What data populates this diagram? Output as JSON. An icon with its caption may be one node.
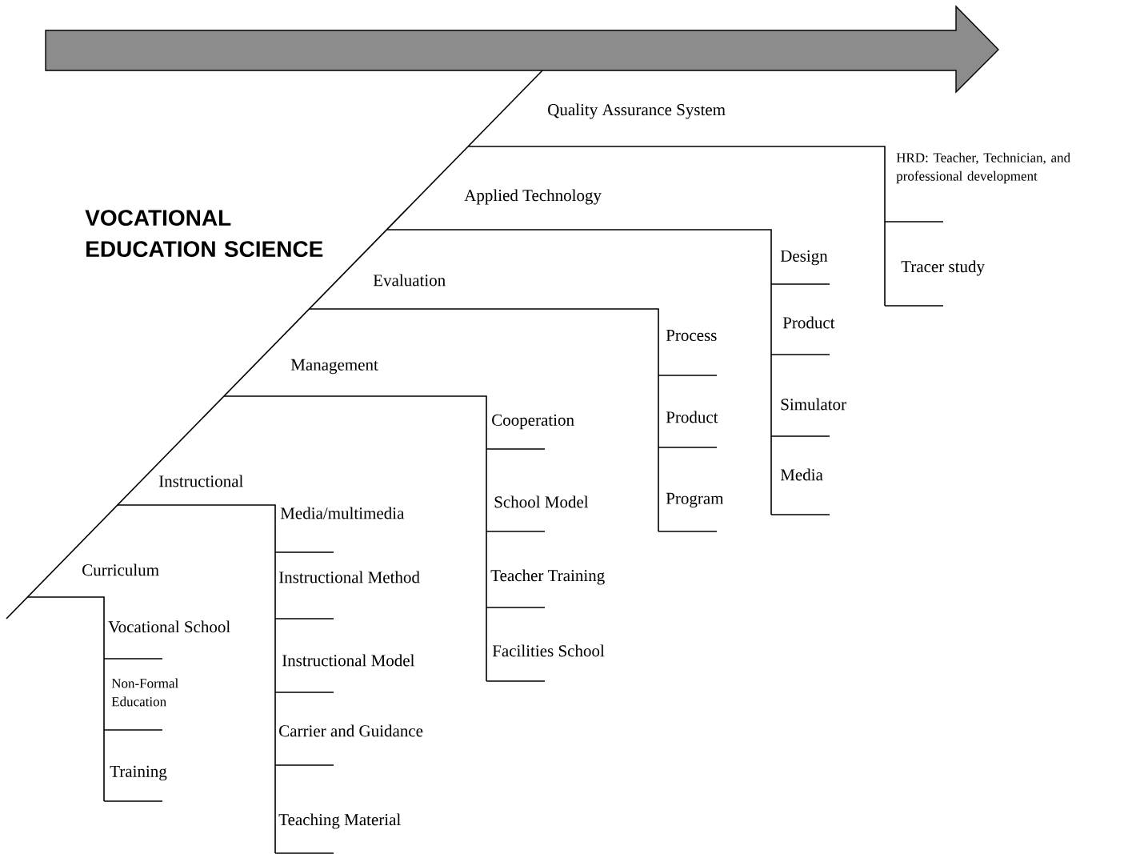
{
  "diagram": {
    "labels": [
      "VOCATIONAL EDUCATION SCIENCE",
      "Curriculum",
      "Vocational School",
      "Non-Formal Education",
      "Training",
      "Instructional",
      "Media/multimedia",
      "Instructional Method",
      "Instructional Model",
      "Carrier and Guidance",
      "Teaching Material",
      "Management",
      "Cooperation",
      "School Model",
      "Teacher Training",
      "Facilities School",
      "Evaluation",
      "Process",
      "Product",
      "Program",
      "Applied Technology",
      "Design",
      "Product",
      "Simulator",
      "Media",
      "Quality Assurance System",
      "HRD: Teacher, Technician, and professional development",
      "Tracer study"
    ]
  }
}
